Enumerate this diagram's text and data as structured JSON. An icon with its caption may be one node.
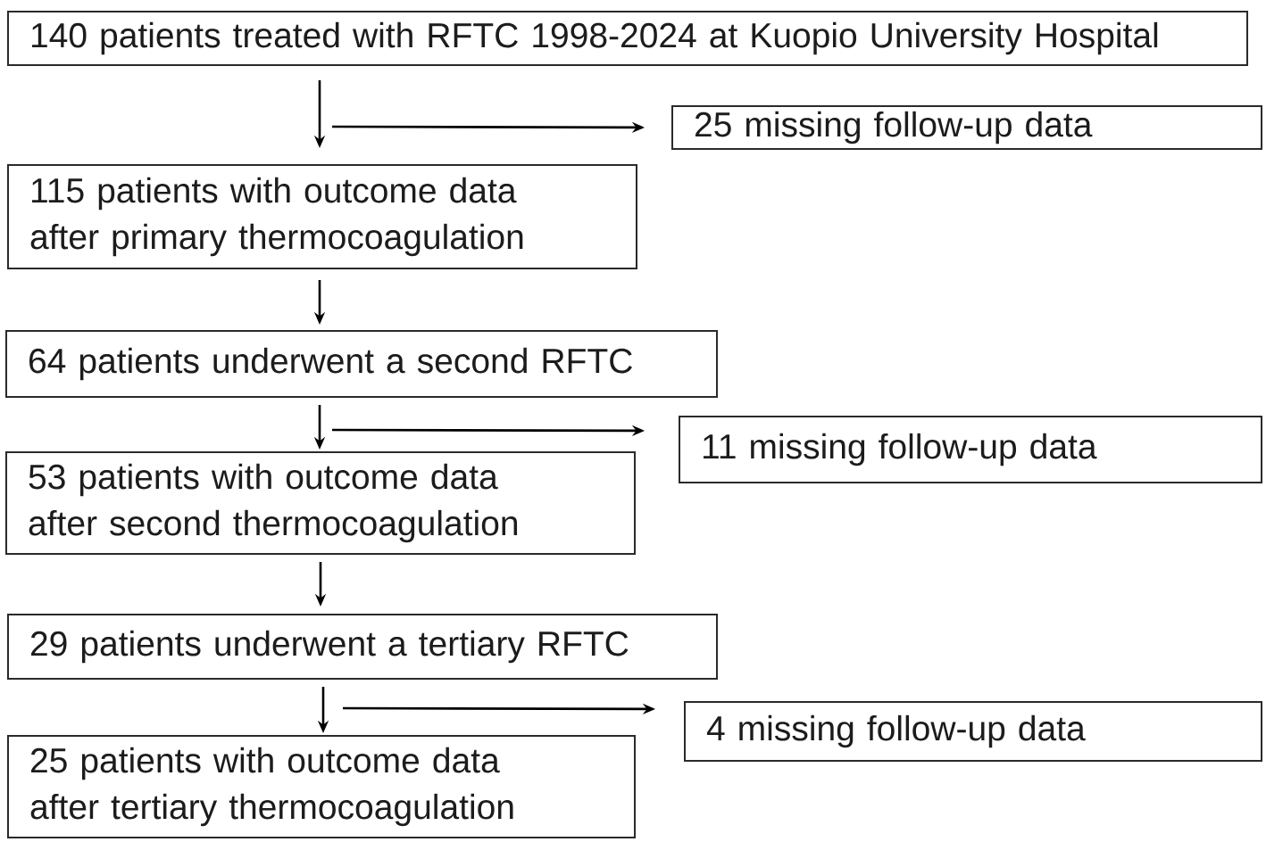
{
  "diagram": {
    "nodes": [
      {
        "text": [
          "140 patients treated with RFTC 1998-2024 at Kuopio University Hospital"
        ]
      },
      {
        "text": [
          "25 missing follow-up data"
        ]
      },
      {
        "text": [
          "115 patients with outcome data after primary thermocoagulation"
        ]
      },
      {
        "text": [
          "64 patients underwent a second RFTC"
        ]
      },
      {
        "text": [
          "11 missing follow-up data"
        ]
      },
      {
        "text": [
          "53 patients with outcome data after second thermocoagulation"
        ]
      },
      {
        "text": [
          "29 patients underwent a tertiary RFTC"
        ]
      },
      {
        "text": [
          "4 missing follow-up data"
        ]
      },
      {
        "text": [
          "25 patients with outcome data after tertiary thermocoagulation"
        ]
      }
    ],
    "edges": [
      {
        "from": 0,
        "to": 2,
        "arrow": "to"
      },
      {
        "from": null,
        "to": 1,
        "arrow": "to"
      },
      {
        "from": 2,
        "to": 3,
        "arrow": "to"
      },
      {
        "from": 3,
        "to": 5,
        "arrow": "to"
      },
      {
        "from": null,
        "to": 4,
        "arrow": "to"
      },
      {
        "from": 5,
        "to": 6,
        "arrow": "to"
      },
      {
        "from": 6,
        "to": 8,
        "arrow": "to"
      },
      {
        "from": null,
        "to": 7,
        "arrow": "to"
      }
    ]
  }
}
